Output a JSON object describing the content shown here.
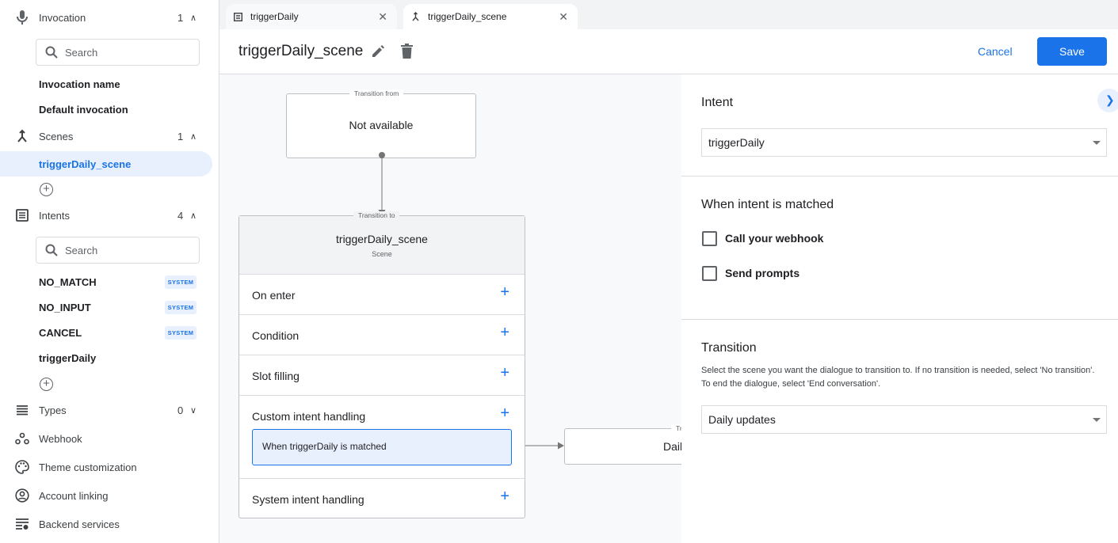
{
  "sidebar": {
    "invocation": {
      "label": "Invocation",
      "count": "1",
      "search_placeholder": "Search",
      "items": [
        "Invocation name",
        "Default invocation"
      ]
    },
    "scenes": {
      "label": "Scenes",
      "count": "1",
      "items": [
        "triggerDaily_scene"
      ]
    },
    "intents": {
      "label": "Intents",
      "count": "4",
      "search_placeholder": "Search",
      "items": [
        {
          "name": "NO_MATCH",
          "badge": "SYSTEM"
        },
        {
          "name": "NO_INPUT",
          "badge": "SYSTEM"
        },
        {
          "name": "CANCEL",
          "badge": "SYSTEM"
        },
        {
          "name": "triggerDaily"
        }
      ]
    },
    "types": {
      "label": "Types",
      "count": "0"
    },
    "webhook": "Webhook",
    "theme": "Theme customization",
    "account": "Account linking",
    "backend": "Backend services"
  },
  "tabs": [
    {
      "label": "triggerDaily",
      "icon": "intent-icon"
    },
    {
      "label": "triggerDaily_scene",
      "icon": "scene-icon",
      "active": true
    }
  ],
  "header": {
    "title": "triggerDaily_scene",
    "cancel": "Cancel",
    "save": "Save",
    "accent": "#1a73e8"
  },
  "canvas": {
    "from": {
      "legend": "Transition from",
      "value": "Not available"
    },
    "scene": {
      "legend": "Transition to",
      "name": "triggerDaily_scene",
      "sub": "Scene",
      "rows": [
        "On enter",
        "Condition",
        "Slot filling",
        "Custom intent handling",
        "System intent handling"
      ],
      "handler": "When triggerDaily is matched"
    },
    "target": {
      "legend": "Tr",
      "value": "Dail"
    }
  },
  "panel": {
    "intent_label": "Intent",
    "intent_value": "triggerDaily",
    "matched_label": "When intent is matched",
    "checkboxes": [
      {
        "label": "Call your webhook",
        "checked": false
      },
      {
        "label": "Send prompts",
        "checked": false
      }
    ],
    "transition_label": "Transition",
    "transition_desc": "Select the scene you want the dialogue to transition to. If no transition is needed, select 'No transition'. To end the dialogue, select 'End conversation'.",
    "transition_value": "Daily updates"
  }
}
